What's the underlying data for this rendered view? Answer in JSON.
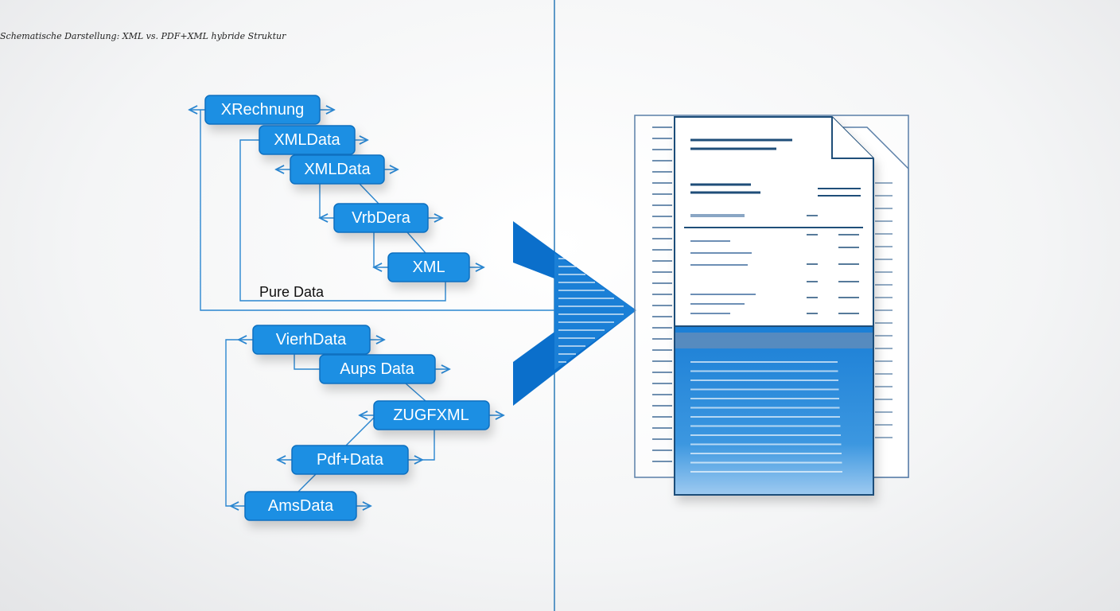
{
  "caption": "Schematische Darstellung: XML vs. PDF+XML hybride Struktur",
  "colors": {
    "accent": "#1a8fe3",
    "line": "#2a86d0",
    "doc_stroke": "#1f4e79"
  },
  "upper_tree": {
    "nodes": [
      "XRechnung",
      "XMLData",
      "XMLData",
      "VrbDera",
      "XML"
    ],
    "label": "Pure Data"
  },
  "lower_tree": {
    "nodes": [
      "VierhData",
      "Aups Data",
      "ZUGFXML",
      "Pdf+Data",
      "AmsData"
    ]
  }
}
